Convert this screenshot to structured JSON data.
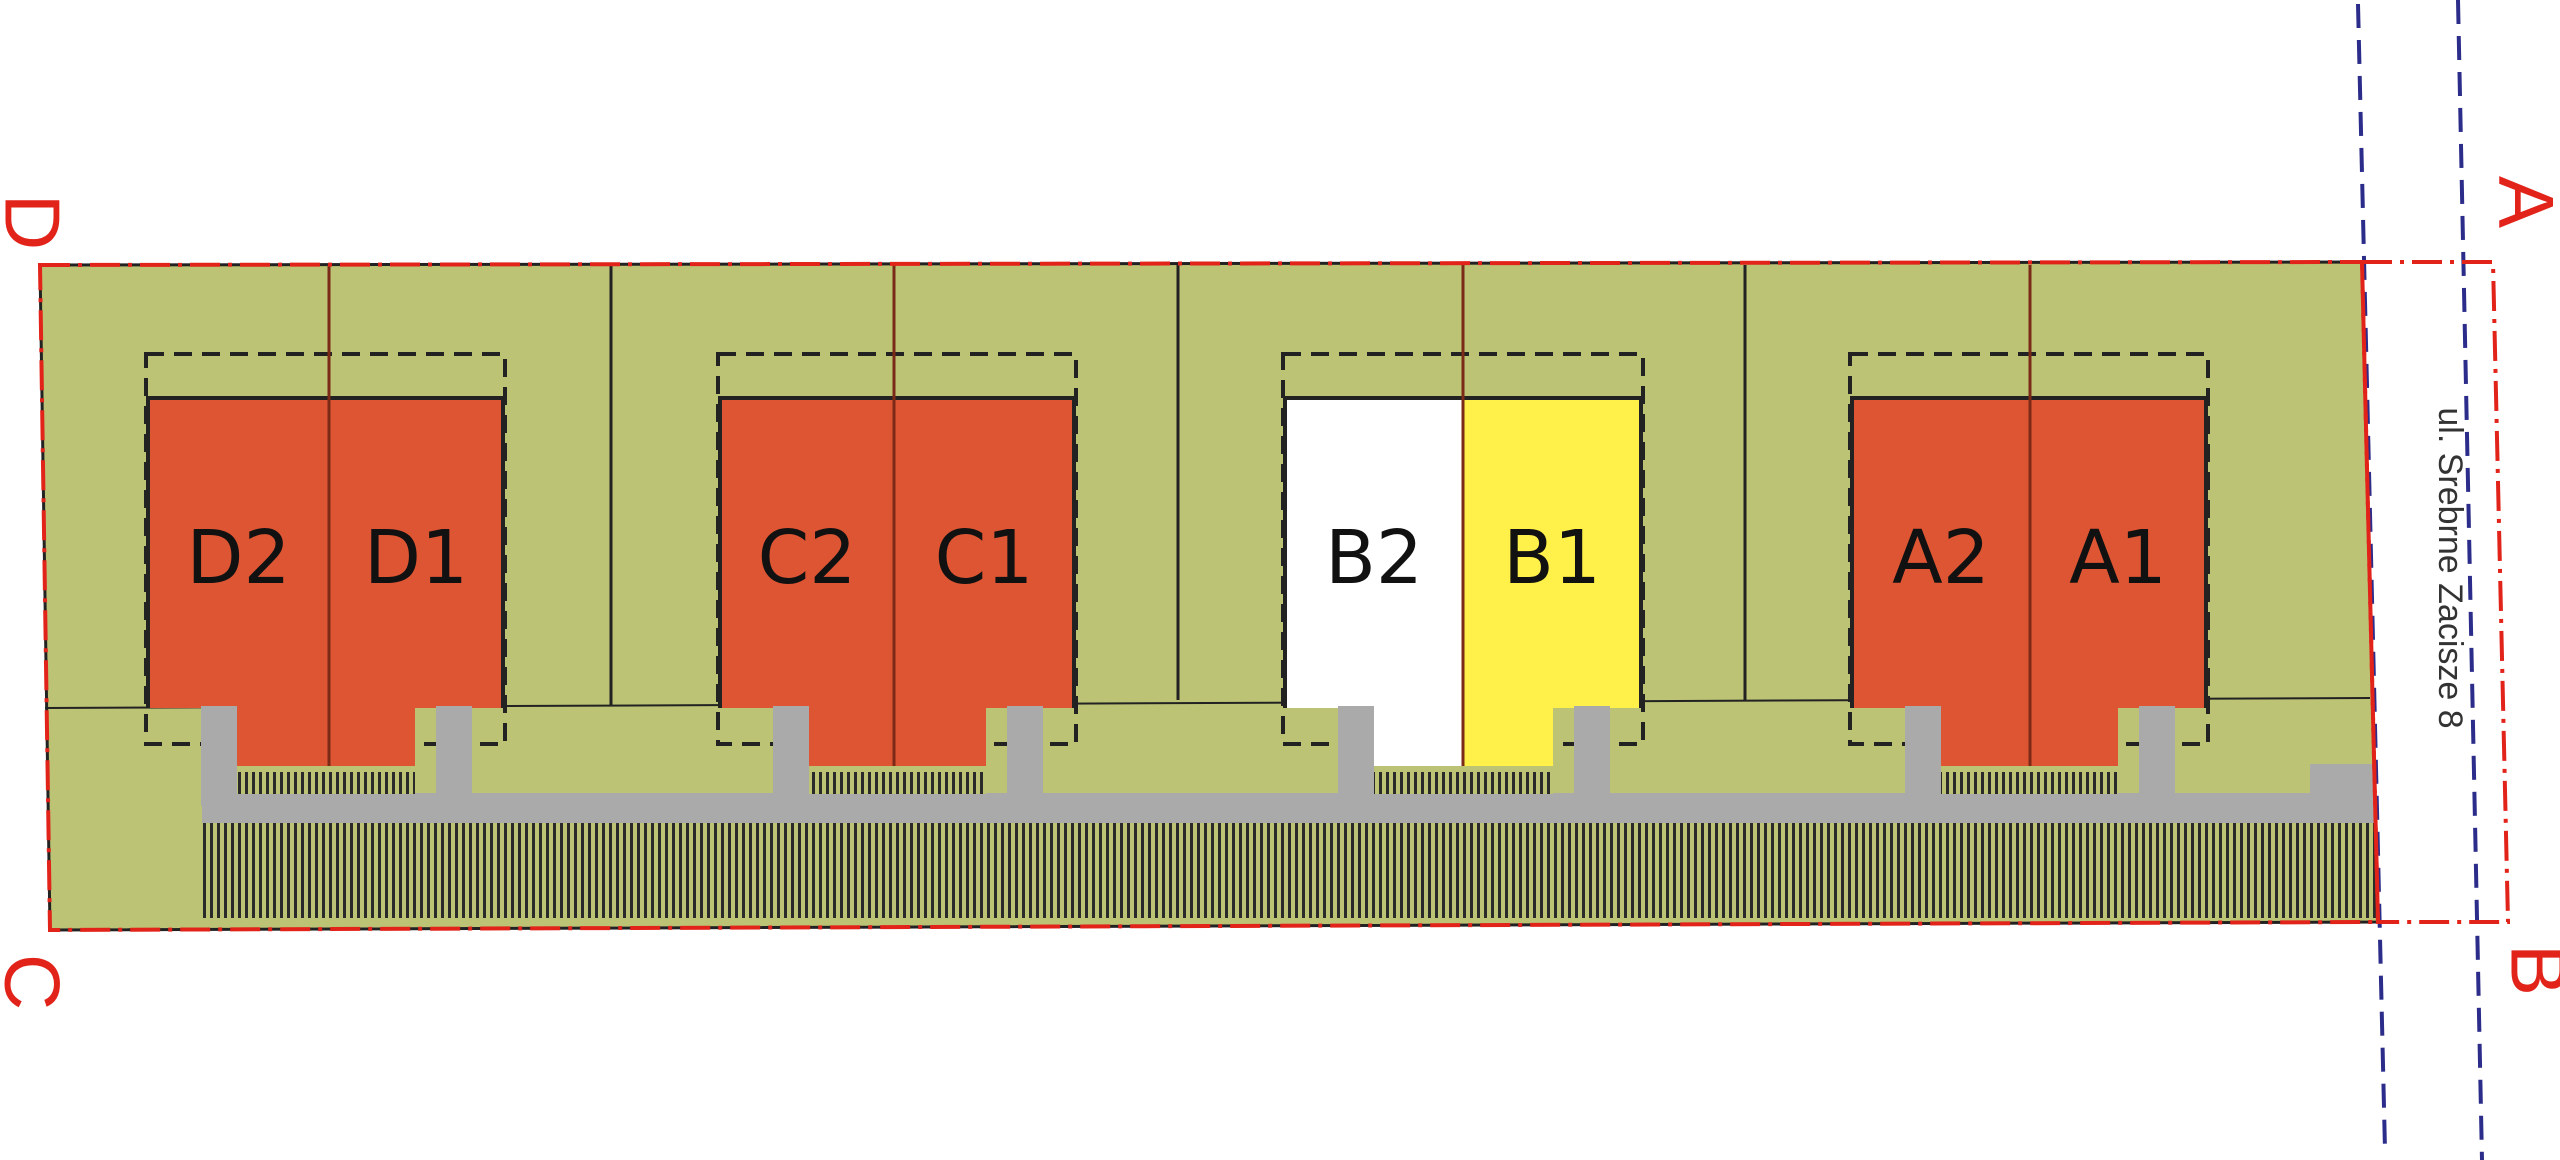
{
  "colors": {
    "plot": "#bcc375",
    "unit_sold": "#dd5533",
    "unit_available": "#fff04a",
    "unit_free": "#ffffff",
    "paving": "#aaaaaa",
    "hatch": "#2a2a2a",
    "boundary": "#e2231a",
    "road_lines": "#2c2c8a",
    "walls": "#222222"
  },
  "corners": {
    "a": "A",
    "b": "B",
    "c": "C",
    "d": "D"
  },
  "street": "ul. Srebrne Zacisze 8",
  "units": [
    {
      "id": "D2",
      "label": "D2",
      "status": "sold"
    },
    {
      "id": "D1",
      "label": "D1",
      "status": "sold"
    },
    {
      "id": "C2",
      "label": "C2",
      "status": "sold"
    },
    {
      "id": "C1",
      "label": "C1",
      "status": "sold"
    },
    {
      "id": "B2",
      "label": "B2",
      "status": "free"
    },
    {
      "id": "B1",
      "label": "B1",
      "status": "available"
    },
    {
      "id": "A2",
      "label": "A2",
      "status": "sold"
    },
    {
      "id": "A1",
      "label": "A1",
      "status": "sold"
    }
  ]
}
